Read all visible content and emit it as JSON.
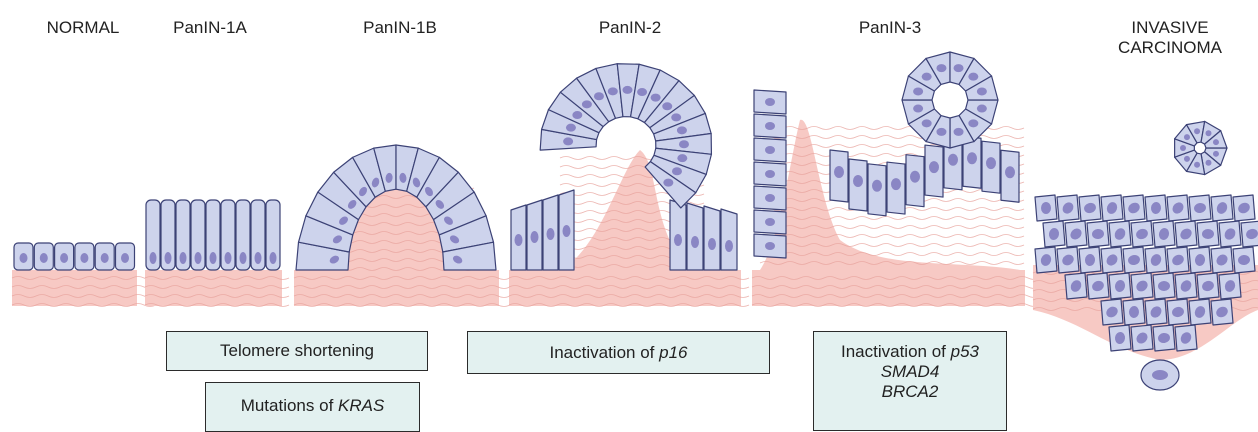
{
  "stages": {
    "normal": "NORMAL",
    "panin1a": "PanIN-1A",
    "panin1b": "PanIN-1B",
    "panin2": "PanIN-2",
    "panin3": "PanIN-3",
    "invasive_line1": "INVASIVE",
    "invasive_line2": "CARCINOMA"
  },
  "events": {
    "telomere": "Telomere shortening",
    "kras_prefix": "Mutations of ",
    "kras_gene": "KRAS",
    "p16_prefix": "Inactivation of ",
    "p16_gene": "p16",
    "p53_prefix": "Inactivation of ",
    "p53_gene": "p53",
    "smad4_gene": "SMAD4",
    "brca2_gene": "BRCA2"
  },
  "colors": {
    "cell_fill": "#cdd3ec",
    "cell_stroke": "#3c4276",
    "nucleus": "#8a86c4",
    "stroma": "#f7c9c4",
    "stroma_line": "#e7a39c",
    "box_fill": "#e3f1f0"
  }
}
